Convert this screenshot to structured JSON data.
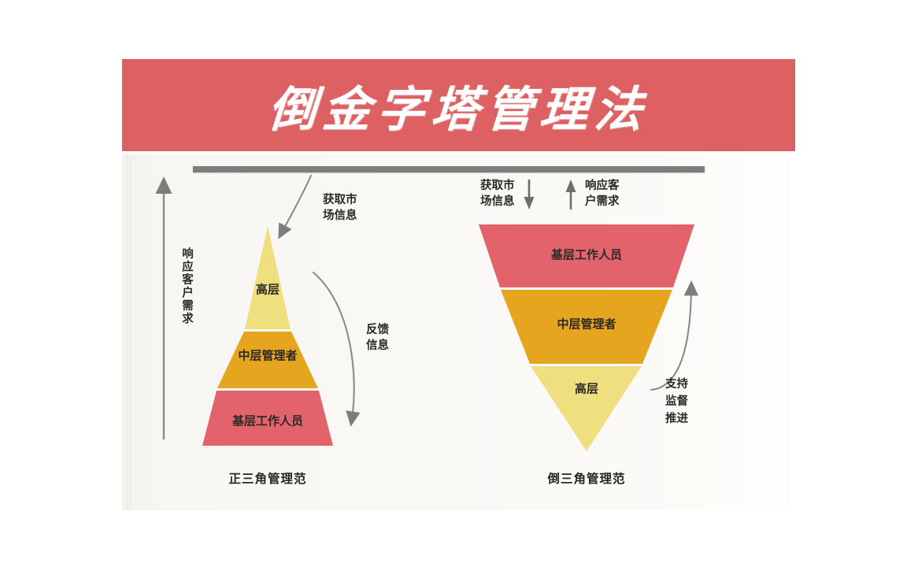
{
  "banner": {
    "title": "倒金字塔管理法",
    "bg_color": "#dd6062",
    "text_color": "#ffffff"
  },
  "palette": {
    "top_tier": "#efdf7e",
    "mid_tier": "#e5a51e",
    "base_tier": "#e3636c",
    "arrow_gray": "#7d7d7d",
    "panel_bg": "#faf8f5",
    "text": "#2b2926"
  },
  "diagram": {
    "top_bar_label": "divider-bar",
    "left": {
      "caption": "正三角管理范",
      "tiers": [
        {
          "label": "高层",
          "color": "#efdf7e"
        },
        {
          "label": "中层管理者",
          "color": "#e5a51e"
        },
        {
          "label": "基层工作人员",
          "color": "#e3636c"
        }
      ],
      "annotations": {
        "up_arrow_vertical": "响应客户需求",
        "incoming_curve_line1": "获取市",
        "incoming_curve_line2": "场信息",
        "feedback_curve_line1": "反馈",
        "feedback_curve_line2": "信息"
      }
    },
    "right": {
      "caption": "倒三角管理范",
      "tiers": [
        {
          "label": "基层工作人员",
          "color": "#e3636c"
        },
        {
          "label": "中层管理者",
          "color": "#e5a51e"
        },
        {
          "label": "高层",
          "color": "#efdf7e"
        }
      ],
      "annotations": {
        "down_arrow_line1": "获取市",
        "down_arrow_line2": "场信息",
        "up_arrow_line1": "响应客",
        "up_arrow_line2": "户需求",
        "support_line1": "支持",
        "support_line2": "监督",
        "support_line3": "推进"
      }
    }
  }
}
